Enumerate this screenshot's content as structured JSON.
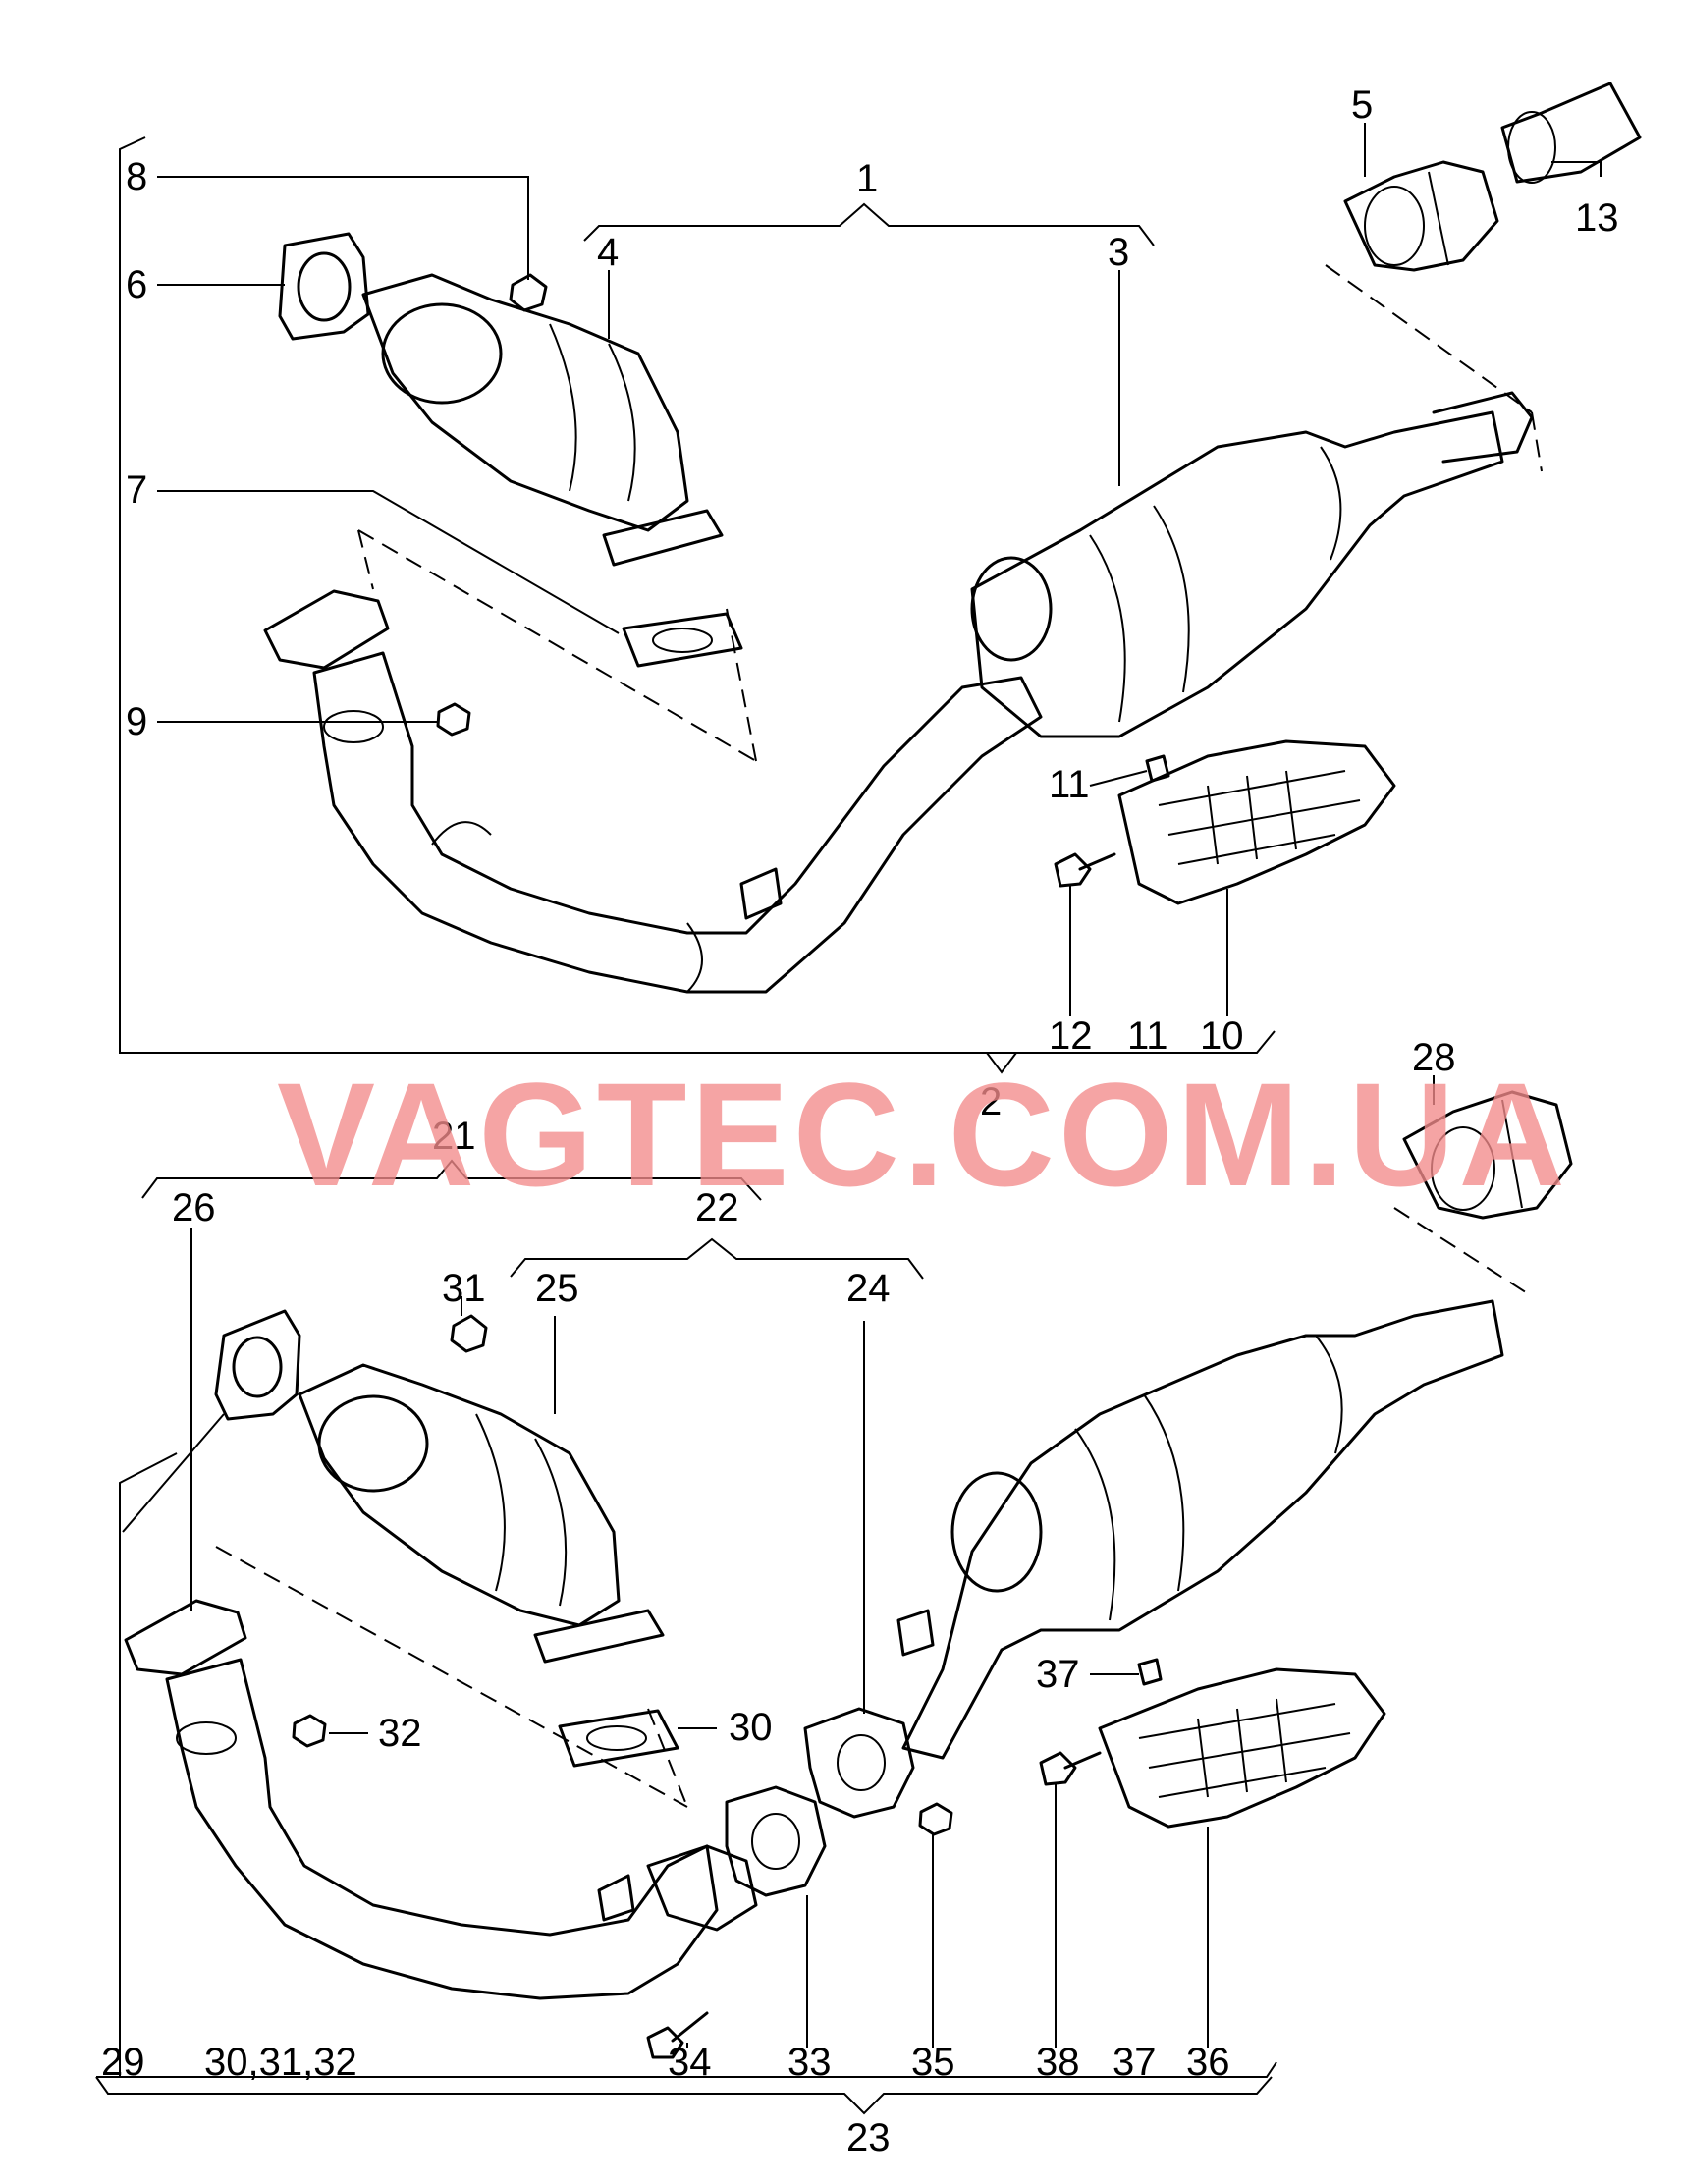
{
  "watermark": "VAGTEC.COM.UA",
  "colors": {
    "watermark": "#f28b8b",
    "line": "#000000",
    "background": "#ffffff"
  },
  "callouts": {
    "c1": "1",
    "c2": "2",
    "c3": "3",
    "c4": "4",
    "c5": "5",
    "c6": "6",
    "c7": "7",
    "c8": "8",
    "c9": "9",
    "c10": "10",
    "c11a": "11",
    "c11b": "11",
    "c12": "12",
    "c13": "13",
    "c21": "21",
    "c22": "22",
    "c23": "23",
    "c24": "24",
    "c25": "25",
    "c26": "26",
    "c28": "28",
    "c29": "29",
    "c30a": "30",
    "c30b": "30,31,32",
    "c31": "31",
    "c32": "32",
    "c33": "33",
    "c34": "34",
    "c35": "35",
    "c36": "36",
    "c37a": "37",
    "c37b": "37",
    "c38": "38"
  }
}
